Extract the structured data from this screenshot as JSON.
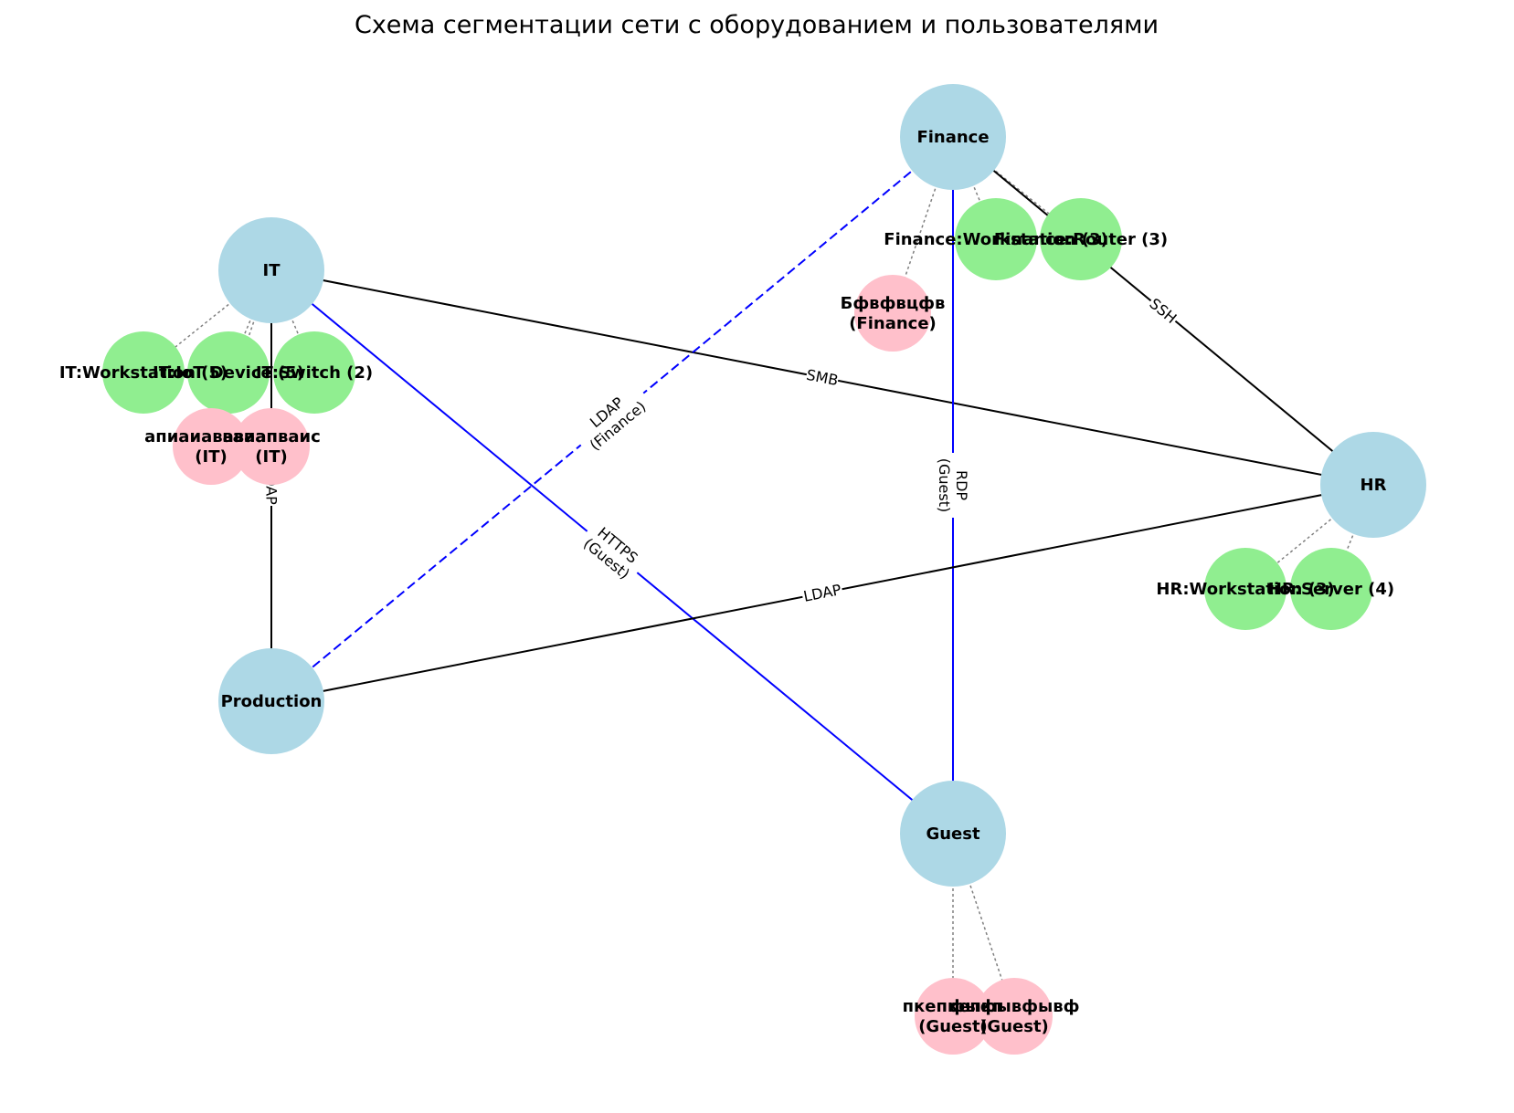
{
  "title": "Схема сегментации сети с оборудованием и пользователями",
  "colors": {
    "segment": "#add8e6",
    "device": "#90ee90",
    "user": "#ffc0cb",
    "segment_link": "#000000",
    "guest_link": "#0000ff",
    "membership_link": "#808080"
  },
  "segments": {
    "it": "IT",
    "finance": "Finance",
    "hr": "HR",
    "production": "Production",
    "guest": "Guest"
  },
  "devices": {
    "it_workstation": "IT:Workstation (5)",
    "it_iot": "IT:IoT Device (5)",
    "it_switch": "IT:Switch (2)",
    "fin_workstation": "Finance:Workstation (3)",
    "fin_router": "Finance:Router (3)",
    "hr_workstation": "HR:Workstation (3)",
    "hr_server": "HR:Server (4)"
  },
  "users": {
    "it_user_1": "апиаиававаап\n(IT)",
    "it_user_2": "ваиапваис\n(IT)",
    "fin_user_1": "Бфвфвцфв\n(Finance)",
    "guest_user_1": "пкепкепкп\n(Guest)",
    "guest_user_2": "фыфывфывф\n(Guest)"
  },
  "edge_labels": {
    "it_hr": "SMB",
    "fin_hr": "SSH",
    "it_prod": "LDAP",
    "fin_prod": "LDAP\n(Finance)",
    "it_guest": "HTTPS\n(Guest)",
    "fin_guest": "RDP\n(Guest)",
    "hr_prod": "LDAP"
  }
}
